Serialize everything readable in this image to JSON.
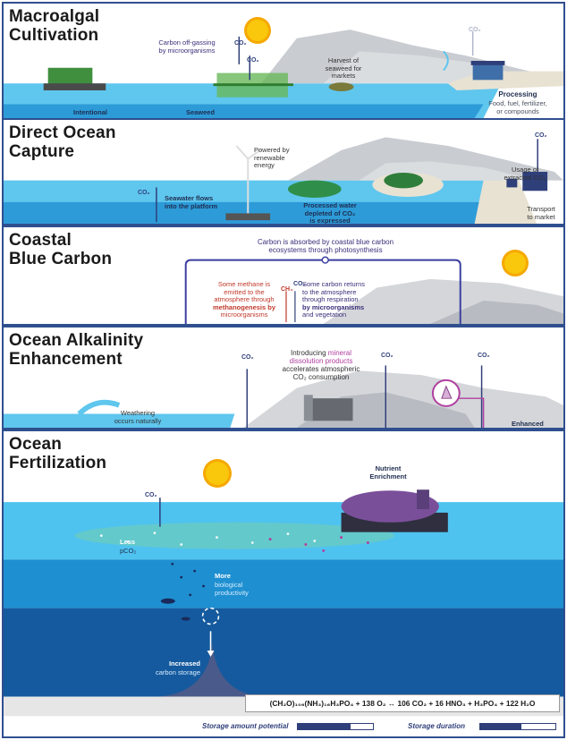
{
  "panels": {
    "macroalgal": {
      "title_line1": "Macroalgal",
      "title_line2": "Cultivation",
      "offgassing_line1": "Carbon off-gassing",
      "offgassing_line2": "by microorganisms",
      "co2": "CO₂",
      "harvest_line1": "Harvest of",
      "harvest_line2": "seaweed for",
      "harvest_line3": "markets",
      "intentional": "Intentional",
      "seaweed": "Seaweed",
      "processing": "Processing",
      "processing_sub1": "Food, fuel, fertilizer,",
      "processing_sub2": "or compounds"
    },
    "direct": {
      "title_line1": "Direct Ocean",
      "title_line2": "Capture",
      "powered_line1": "Powered by",
      "powered_line2": "renewable",
      "powered_line3": "energy",
      "co2": "CO₂",
      "seawater_line1": "Seawater flows",
      "seawater_line2": "into the platform",
      "processed_line1": "Processed water",
      "processed_line2": "depleted of CO₂",
      "processed_line3": "is expressed",
      "usage_line1": "Usage of",
      "usage_line2": "extracted CO₂",
      "transport_line1": "Transport",
      "transport_line2": "to market"
    },
    "coastal": {
      "title_line1": "Coastal",
      "title_line2": "Blue Carbon",
      "absorbed_line1": "Carbon is absorbed by coastal blue carbon",
      "absorbed_line2": "ecosystems through photosynthesis",
      "methane_line1": "Some methane is",
      "methane_line2": "emitted to the",
      "methane_line3": "atmosphere through",
      "methane_line4": "methanogenesis by",
      "methane_line5": "microorganisms",
      "ch4": "CH₄",
      "co2": "CO₂",
      "returns_line1": "Some carbon returns",
      "returns_line2": "to the atmosphere",
      "returns_line3": "through respiration",
      "returns_line4": "by microorganisms",
      "returns_line5": "and vegetation"
    },
    "alkalinity": {
      "title_line1": "Ocean Alkalinity",
      "title_line2": "Enhancement",
      "introducing_line1a": "Introducing ",
      "introducing_line1b": "mineral",
      "introducing_line2": "dissolution products",
      "introducing_line3": "accelerates atmospheric",
      "introducing_line4": "CO₂ consumption",
      "co2": "CO₂",
      "weathering_line1": "Weathering",
      "weathering_line2": "occurs naturally",
      "enhanced": "Enhanced"
    },
    "fertilization": {
      "title_line1": "Ocean",
      "title_line2": "Fertilization",
      "co2": "CO₂",
      "nutrient_line1": "Nutrient",
      "nutrient_line2": "Enrichment",
      "less": "Less",
      "less_sub": "pCO₂",
      "more": "More",
      "more_sub1": "biological",
      "more_sub2": "productivity",
      "increased": "Increased",
      "increased_sub": "carbon storage",
      "equation": "(CH₂O)₁₀₆(NH₃)₁₆H₃PO₄ + 138 O₂ ↔ 106 CO₂ + 16 HNO₃ + H₃PO₄ + 122 H₂O"
    }
  },
  "legend": {
    "storage_potential": "Storage amount potential",
    "storage_potential_level": 0.7,
    "storage_duration": "Storage duration",
    "storage_duration_level": 0.55
  },
  "colors": {
    "ocean_light": "#4fc3ef",
    "ocean_mid": "#1e8fd0",
    "ocean_deep": "#155a9e",
    "frame": "#2f4f8f",
    "sun": "#f9c70c"
  }
}
